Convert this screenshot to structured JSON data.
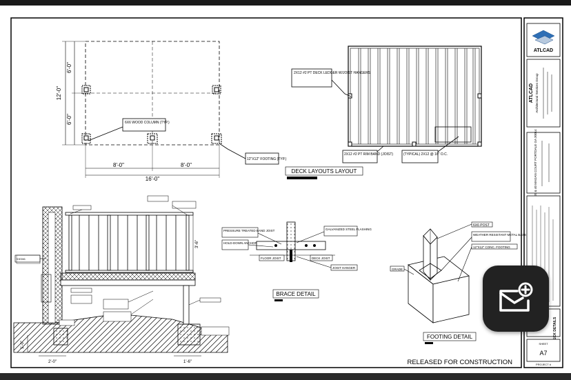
{
  "plan": {
    "dim_total_height": "12'-0\"",
    "dim_upper": "6'-0\"",
    "dim_lower": "6'-0\"",
    "dim_left": "8'-0\"",
    "dim_right": "8'-0\"",
    "dim_total_width": "16'-0\"",
    "label_column": "6X6 WOOD COLUMN (TYP.)",
    "label_footing": "12\"X12\" FOOTING (TYP.)"
  },
  "framing": {
    "label_ledger": "2X12 #2 PT DECK LEDGER W/JOIST HANGERS",
    "label_rim": "2X12 #2 PT RIM BAND (JOIST)",
    "label_typ": "(TYPICAL) 2X12 @ 16\" O.C."
  },
  "titles": {
    "deck_layouts": "DECK LAYOUTS LAYOUT",
    "brace_detail": "BRACE DETAIL",
    "footing_detail": "FOOTING DETAIL"
  },
  "brace": {
    "label_pressure": "PRESSURE TREATED BAND JOIST",
    "label_hold": "HOLD-DOWN ANCHOR",
    "label_galv": "GALVANIZED STEEL FLASHING",
    "label_floor": "FLOOR JOIST",
    "label_deck": "DECK JOIST",
    "label_hanger": "JOIST HANGER"
  },
  "footing": {
    "label_post": "6X6 POST",
    "label_metal": "WEATHER RESISTANT METAL BASE PLATE",
    "label_conc": "12\"X12\" CONC. FOOTING",
    "label_grade": "GRADE"
  },
  "section": {
    "dim_height": "3'-6\"",
    "dim_footing": "1'-0\"",
    "dim_left": "2'-0\"",
    "dim_right": "1'-6\""
  },
  "released": "RELEASED FOR CONSTRUCTION",
  "titleblock": {
    "logo": "ATLCAD",
    "company": "ATLCAD",
    "subtitle": "Architectural Services Group",
    "project": "20 & 40 MAGAN COURT PORTDALE GA 30014",
    "sheet_title": "DECK DETAILS",
    "sheet_label": "SHEET",
    "sheet_number": "A7",
    "project_no": "PROJECT #"
  },
  "colors": {
    "ink": "#000000",
    "fab_bg": "#222222",
    "logo_blue": "#2f6fb5"
  },
  "fab_icon": "mail-plus-icon"
}
